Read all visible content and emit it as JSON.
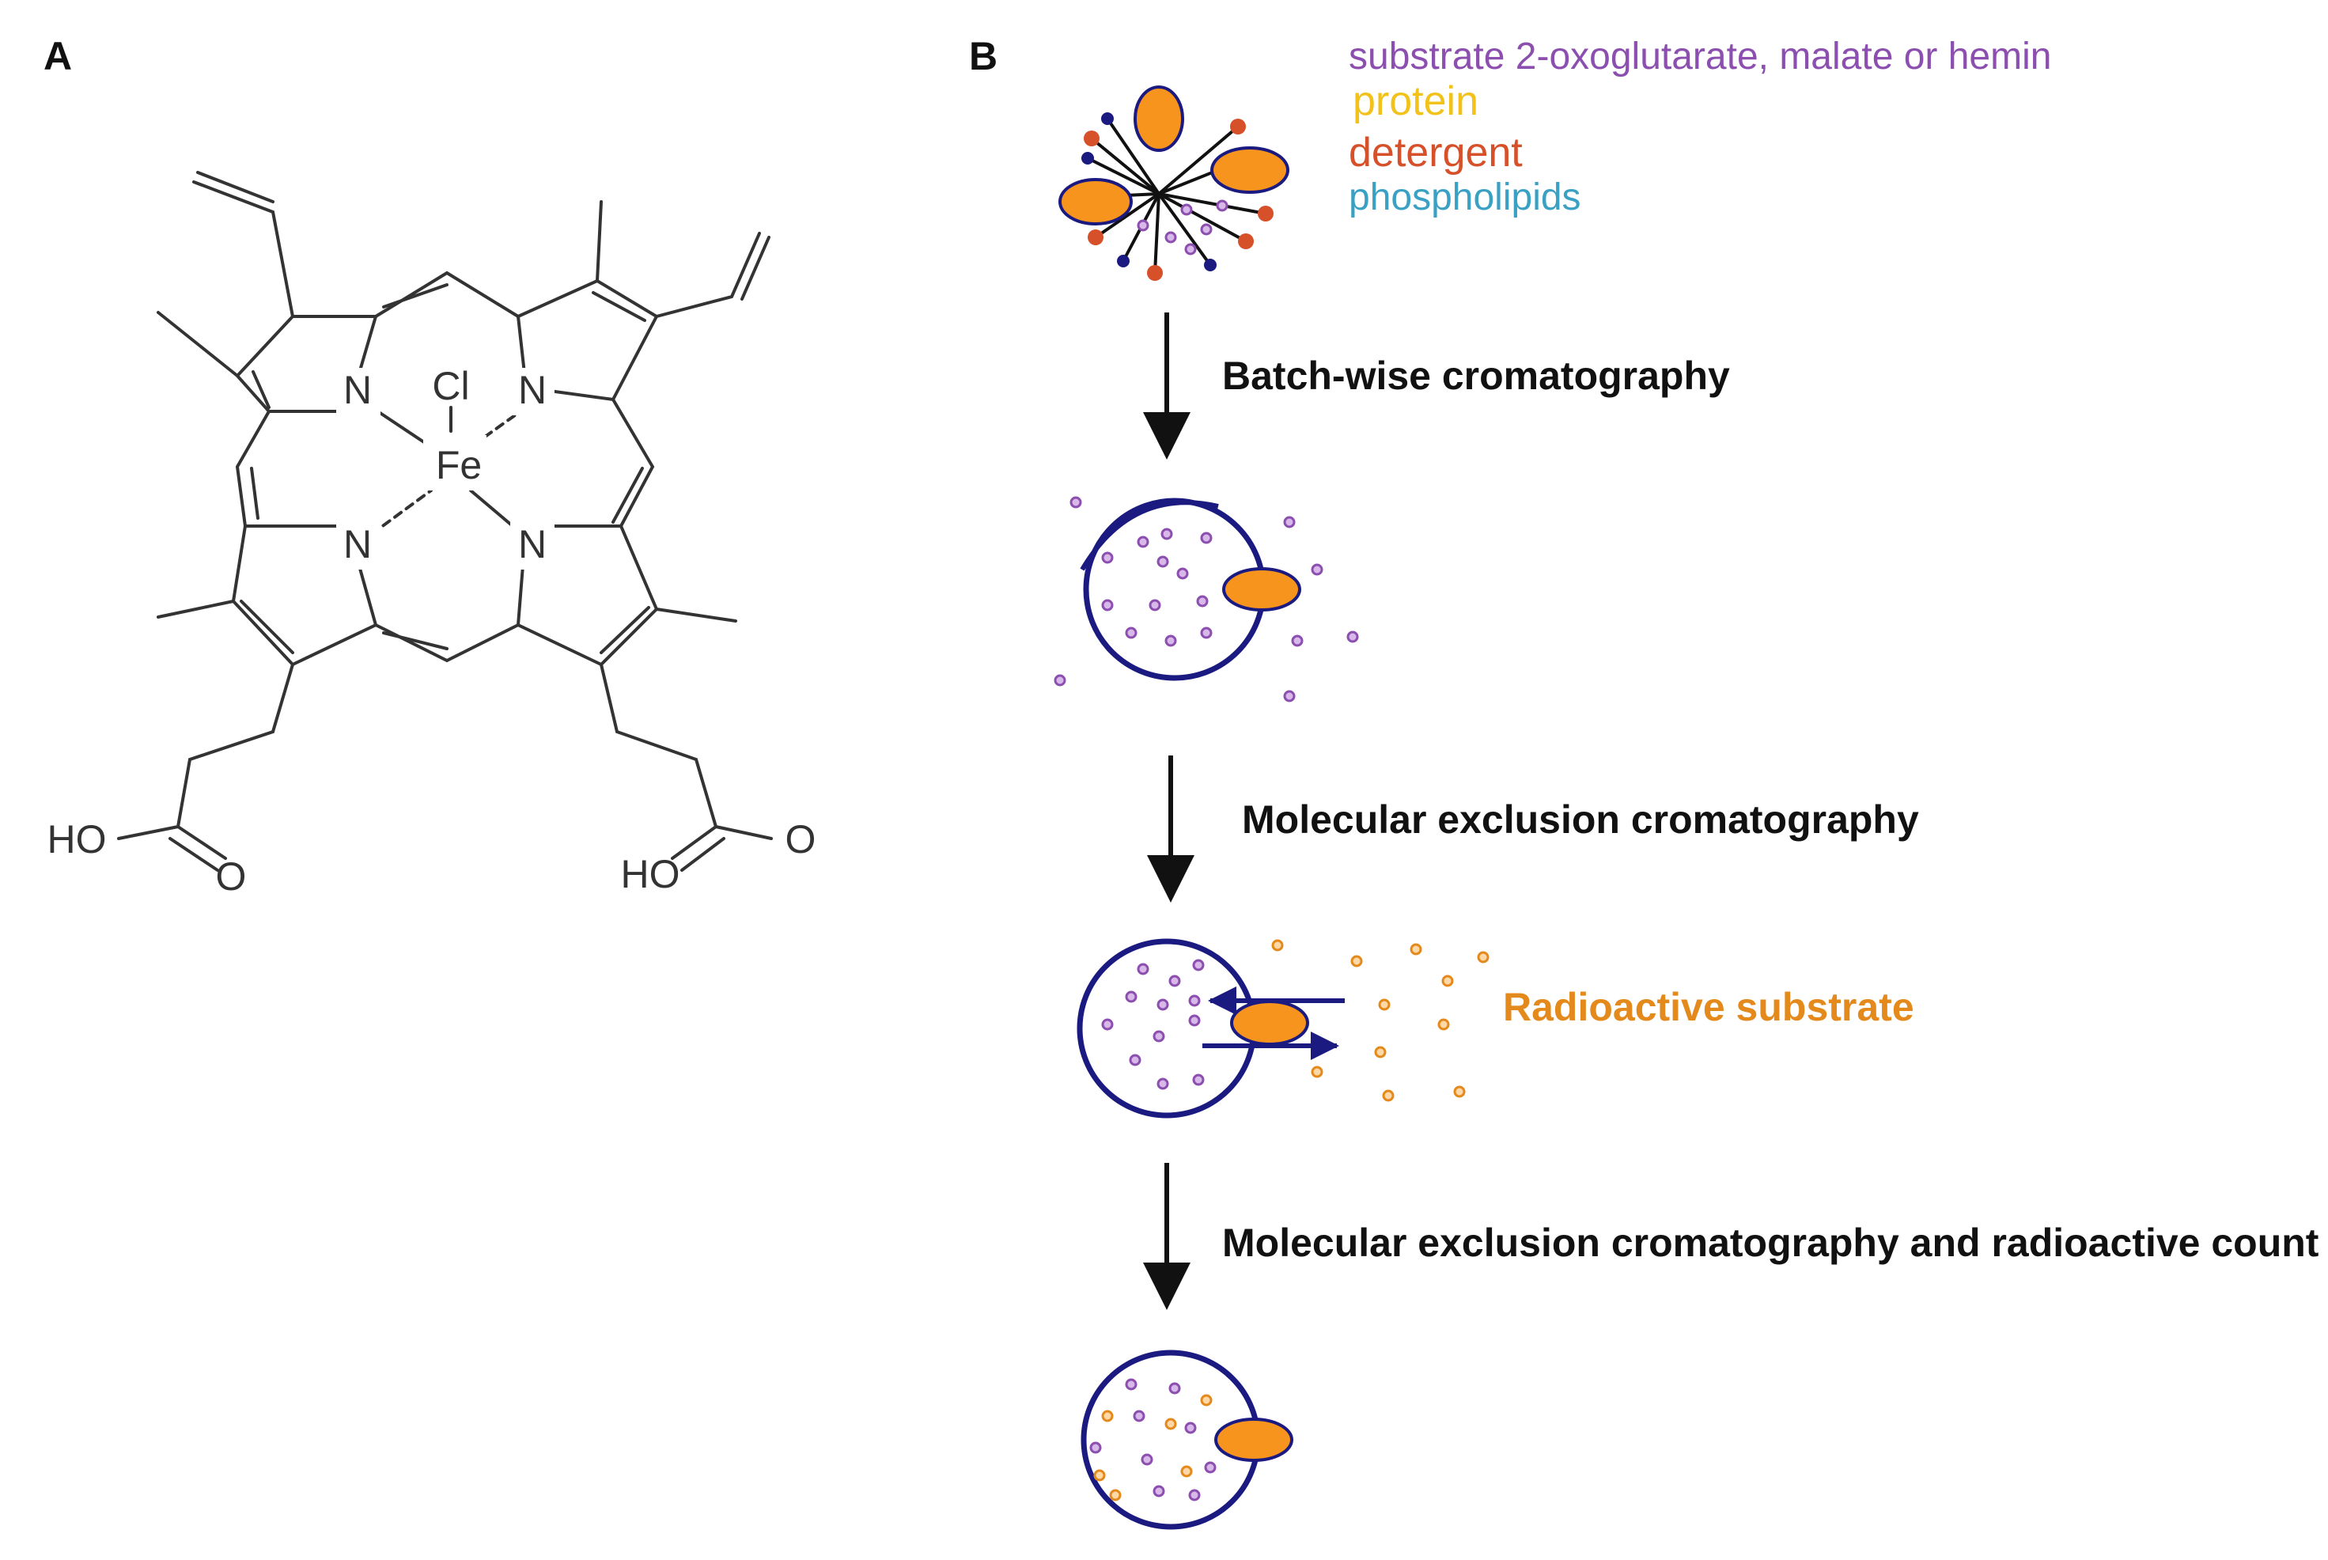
{
  "panels": {
    "a_label": "A",
    "b_label": "B"
  },
  "structure": {
    "atoms": {
      "n1": "N",
      "n2": "N",
      "n3": "N",
      "n4": "N",
      "cl": "Cl",
      "fe": "Fe",
      "ho_left": "HO",
      "o_left": "O",
      "ho_right": "HO",
      "o_right": "O"
    }
  },
  "legend": {
    "substrate": "substrate 2-oxoglutarate, malate or hemin",
    "protein": "protein",
    "detergent": "detergent",
    "phospholipids": "phospholipids"
  },
  "steps": {
    "step1": "Batch-wise cromatography",
    "step2": "Molecular exclusion cromatography",
    "step3": "Molecular exclusion cromatography and  radioactive count"
  },
  "labels": {
    "radioactive": "Radioactive substrate"
  },
  "colors": {
    "substrate": "#8c4fb0",
    "protein": "#f2c21b",
    "detergent": "#d6502a",
    "phospholipids": "#3aa0c4",
    "radioactive": "#e48a1c",
    "vesicle": "#1a1a80",
    "protein_fill": "#f7941d"
  }
}
